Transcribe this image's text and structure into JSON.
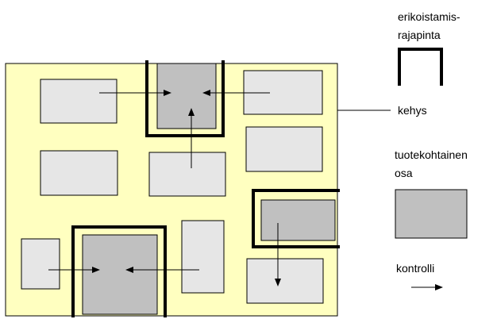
{
  "legend": {
    "interface_label_line1": "erikoistamis-",
    "interface_label_line2": "rajapinta",
    "frame_label": "kehys",
    "product_label_line1": "tuotekohtainen",
    "product_label_line2": "osa",
    "control_label": "kontrolli"
  },
  "colors": {
    "frame": "#ffffc0",
    "component": "#e6e6e6",
    "product_specific": "#c0c0c0",
    "line": "#000000"
  }
}
